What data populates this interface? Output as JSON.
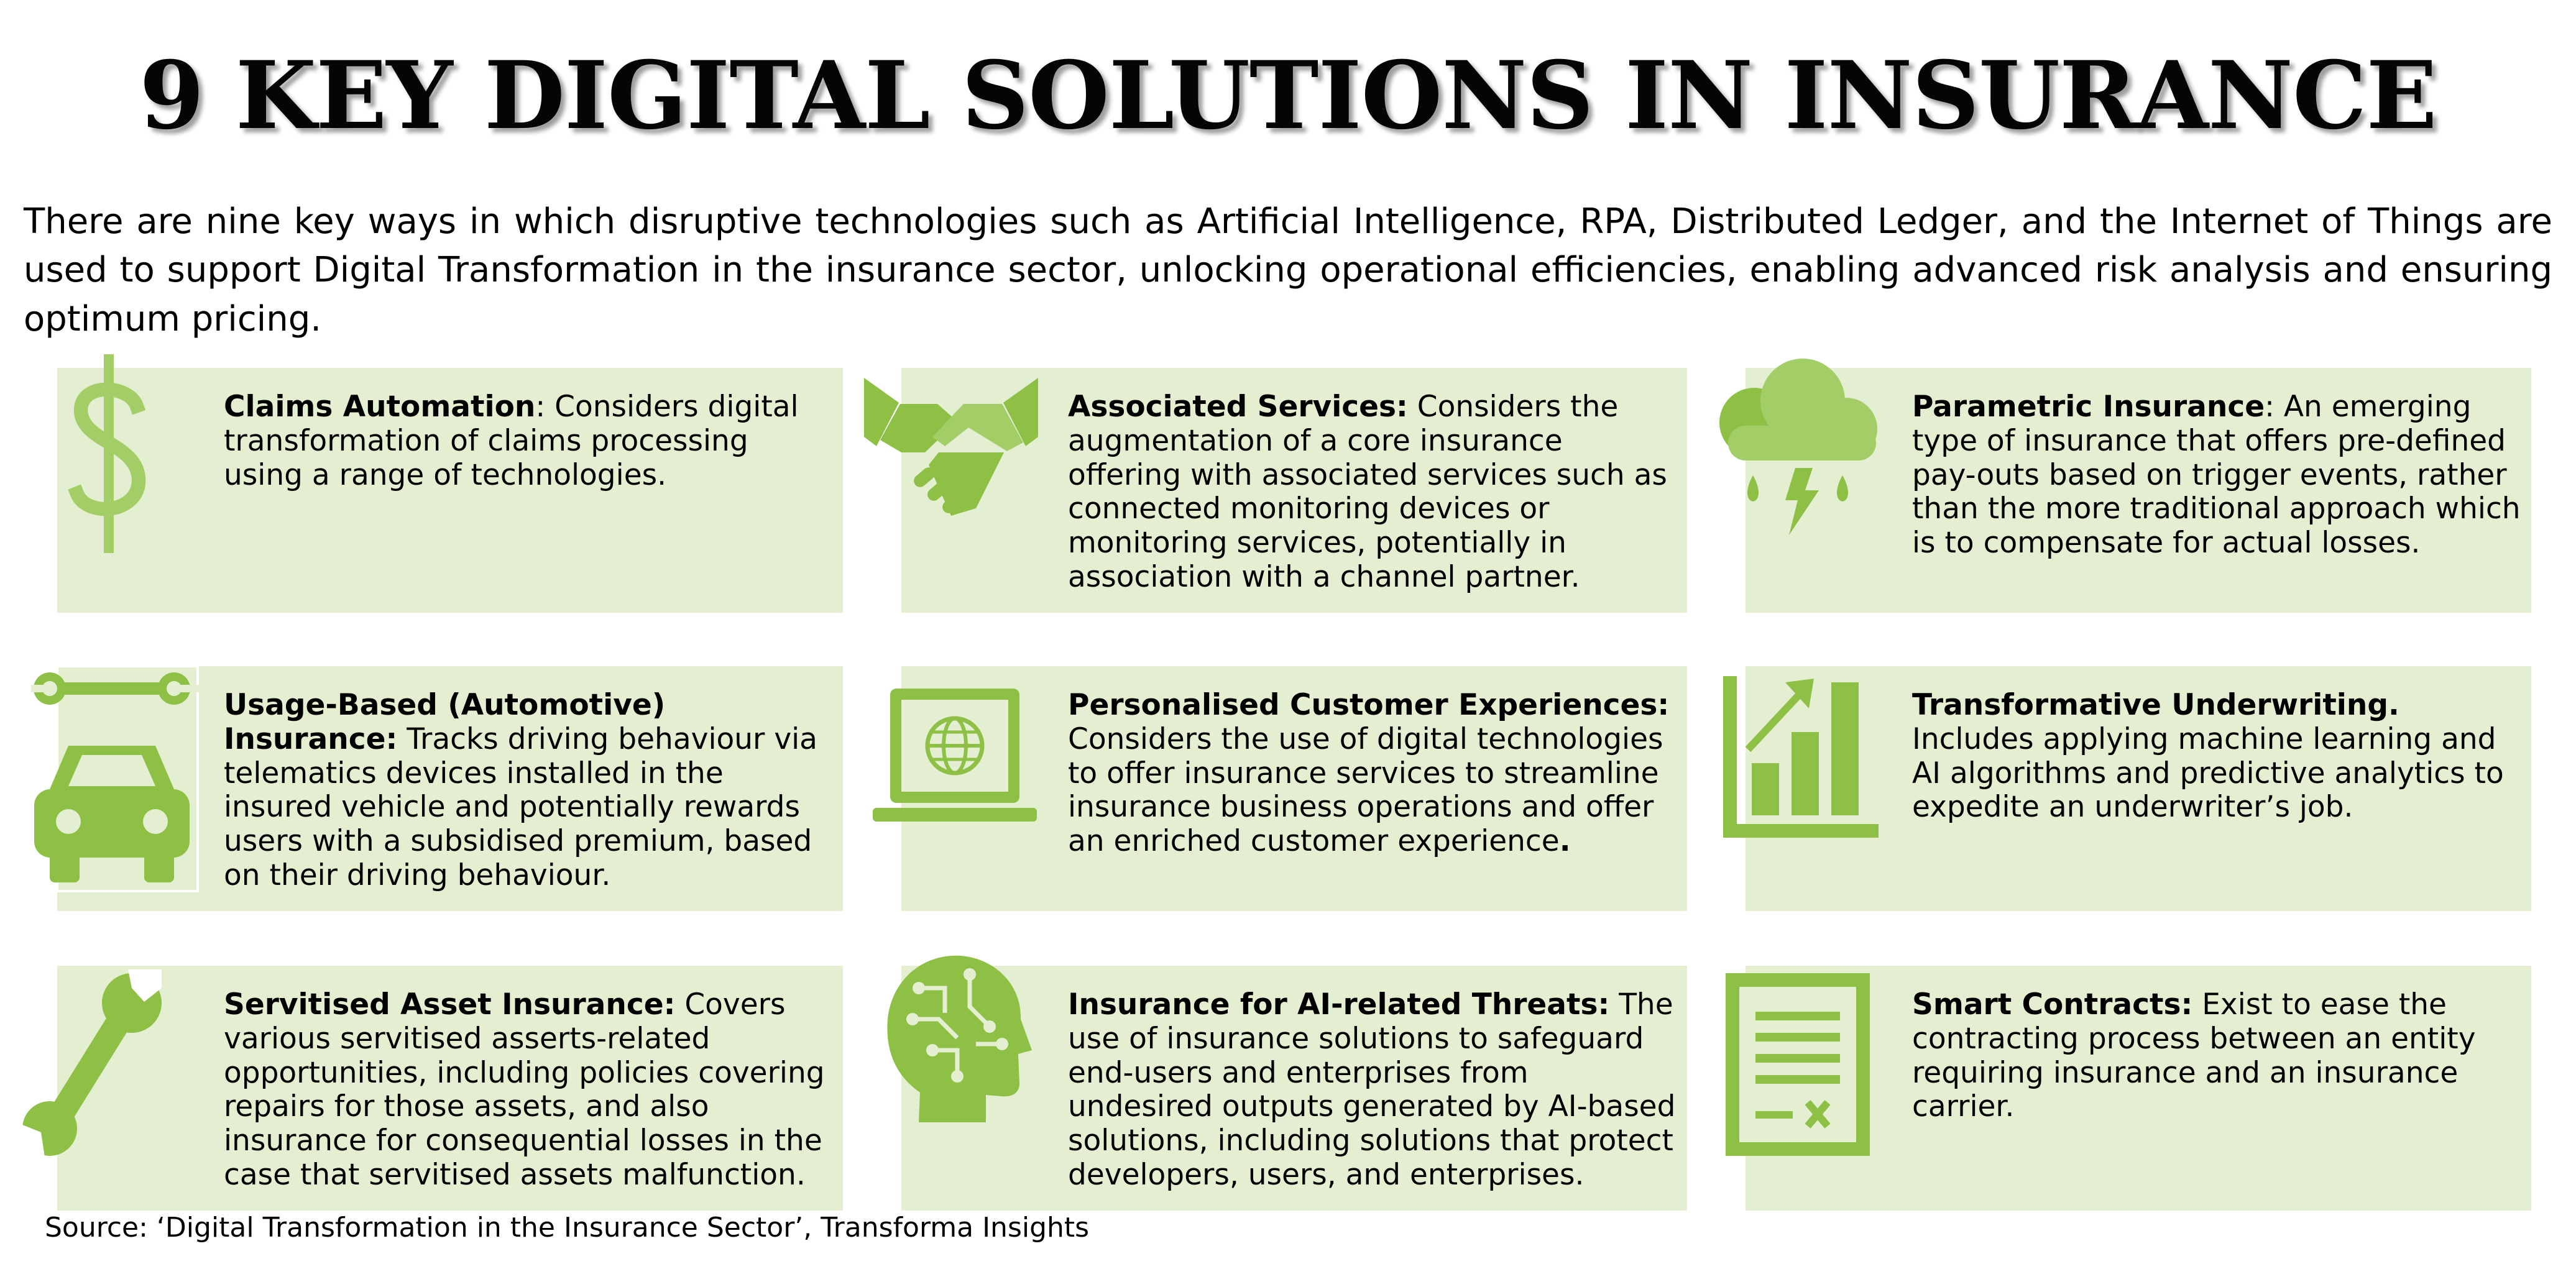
{
  "title": "9 KEY DIGITAL SOLUTIONS IN INSURANCE",
  "intro": "There are nine key ways in which disruptive technologies such as Artificial Intelligence, RPA, Distributed Ledger, and the Internet of Things are used to support Digital Transformation in the insurance sector, unlocking operational efficiencies, enabling advanced risk analysis and ensuring optimum pricing.",
  "accent_color": "#8dc044",
  "card_color": "#e4efd1",
  "cards": [
    {
      "icon": "dollar-icon",
      "heading": "Claims Automation",
      "sep": ": ",
      "body": "Considers digital transformation of claims processing using a range of technologies.",
      "tail": ""
    },
    {
      "icon": "handshake-icon",
      "heading": "Associated Services:",
      "sep": " ",
      "body": "Considers the augmentation of a core insurance offering with associated services such as connected monitoring devices or monitoring services, potentially in association with a channel partner.",
      "tail": ""
    },
    {
      "icon": "storm-cloud-icon",
      "heading": "Parametric Insurance",
      "sep": ": ",
      "body": "An emerging type of insurance that offers pre-defined pay-outs based on trigger events, rather than the more traditional approach which is to compensate for actual losses.",
      "tail": ""
    },
    {
      "icon": "car-wrench-icon",
      "heading": "Usage-Based (Automotive) Insurance:",
      "sep": " ",
      "body": "Tracks driving behaviour via telematics devices installed in the insured vehicle and potentially rewards users with a subsidised premium, based on their driving behaviour.",
      "tail": ""
    },
    {
      "icon": "laptop-globe-icon",
      "heading": "Personalised Customer Experiences:",
      "sep": " ",
      "body": "Considers the use of digital technologies to offer insurance services to streamline insurance business operations and offer an enriched customer experience",
      "tail": "."
    },
    {
      "icon": "growth-chart-icon",
      "heading": "Transformative Underwriting.",
      "sep": " ",
      "body": "Includes applying machine learning and AI algorithms and predictive analytics to expedite an underwriter’s job.",
      "tail": ""
    },
    {
      "icon": "wrench-icon",
      "heading": "Servitised Asset Insurance:",
      "sep": " ",
      "body": "Covers various servitised asserts-related opportunities, including policies covering repairs for those assets, and also insurance for consequential losses in the case that servitised assets malfunction.",
      "tail": ""
    },
    {
      "icon": "ai-head-icon",
      "heading": "Insurance for AI-related Threats:",
      "sep": " ",
      "body": "The use of insurance solutions to safeguard end-users and enterprises from undesired outputs generated by AI-based solutions, including solutions that protect developers, users, and enterprises.",
      "tail": ""
    },
    {
      "icon": "contract-icon",
      "heading": "Smart Contracts:",
      "sep": " ",
      "body": "Exist to ease the contracting process between an entity requiring insurance and an insurance carrier.",
      "tail": ""
    }
  ],
  "source": "Source: ‘Digital Transformation in the Insurance Sector’, Transforma Insights"
}
